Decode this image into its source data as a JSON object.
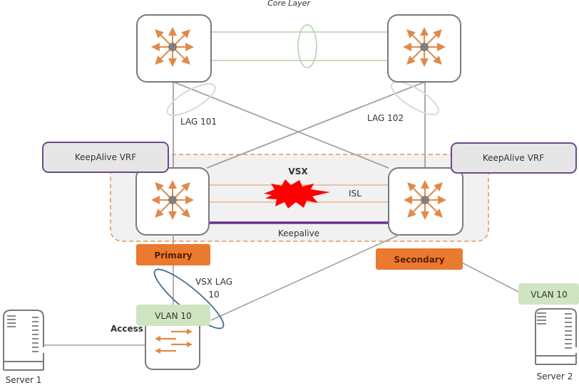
{
  "title": "Core Layer",
  "colors": {
    "switch_border": "#7a7a7a",
    "switch_arrow": "#e08a4a",
    "switch_hub": "#808080",
    "link_gray": "#a0a0a0",
    "core_link_green": "#bcd7b4",
    "lag_ellipse": "#d8dccd",
    "vsx_dashed": "#e8a36e",
    "vsx_fill": "#f1f1f1",
    "isl_link": "#e9b48c",
    "keepalive_link": "#6b2f8f",
    "vrf_border": "#6b4a8e",
    "vrf_fill": "#e6e6e6",
    "role_fill": "#e97a30",
    "role_text": "#5a1f00",
    "vlan_fill": "#cfe4c0",
    "vsx_lag_ellipse": "#4a6f8e",
    "alert_burst": "#ff0000"
  },
  "nodes": {
    "core_left": {
      "name": "Core switch left"
    },
    "core_right": {
      "name": "Core switch right"
    },
    "agg_primary": {
      "name": "VSX Primary switch"
    },
    "agg_secondary": {
      "name": "VSX Secondary switch"
    },
    "access": {
      "name": "Access switch"
    }
  },
  "labels": {
    "lag_101": "LAG 101",
    "lag_102": "LAG 102",
    "vsx": "VSX",
    "isl": "ISL",
    "keepalive": "Keepalive",
    "keepalive_vrf_left": "KeepAlive VRF",
    "keepalive_vrf_right": "KeepAlive VRF",
    "primary": "Primary",
    "secondary": "Secondary",
    "vsx_lag_line1": "VSX LAG",
    "vsx_lag_line2": "10",
    "vlan_access": "VLAN 10",
    "vlan_server2": "VLAN 10",
    "access": "Access",
    "server1": "Server 1",
    "server2": "Server 2"
  }
}
